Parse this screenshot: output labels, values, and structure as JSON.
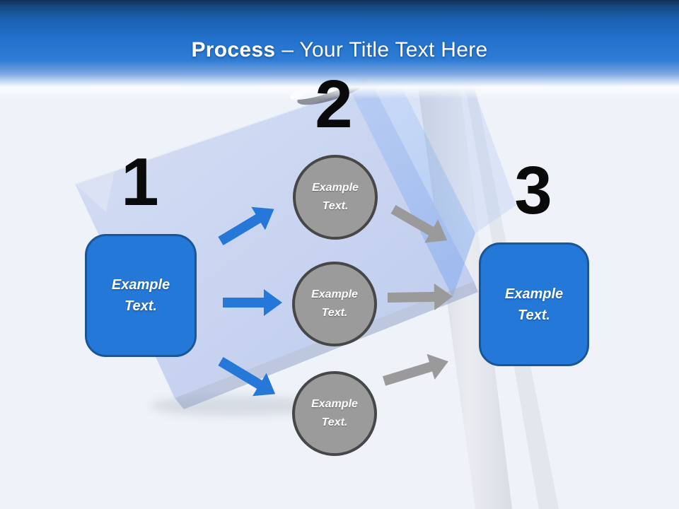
{
  "header": {
    "title_bold": "Process",
    "title_rest": "– Your Title Text Here"
  },
  "process": {
    "step1": {
      "number": "1",
      "box_label": "Example Text."
    },
    "step2": {
      "number": "2",
      "circles": [
        {
          "label": "Example Text."
        },
        {
          "label": "Example Text."
        },
        {
          "label": "Example Text."
        }
      ]
    },
    "step3": {
      "number": "3",
      "box_label": "Example Text."
    }
  },
  "background_art": {
    "name": "blue-flag-on-pole-clipart"
  },
  "colors": {
    "accent_blue": "#2478d8",
    "box_border": "#1b5596",
    "circle_fill": "#9b9b9b",
    "circle_border": "#474747",
    "arrow_blue": "#2577d8",
    "arrow_gray": "#9a9a9a",
    "header_blue": "#2271cc",
    "flag_light_blue": "#c3cfed",
    "number_color": "#0a0a0a"
  }
}
